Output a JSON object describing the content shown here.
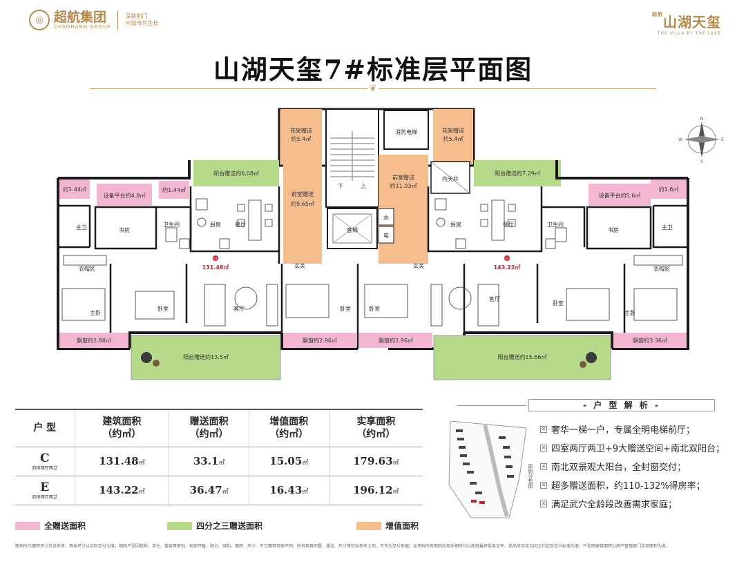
{
  "header": {
    "brand_name": "超航集团",
    "brand_en": "CHAOHANG GROUP",
    "brand_slogan_1": "深耕荆门",
    "brand_slogan_2": "与城市共生长",
    "project_prefix": "超航",
    "project_name": "山湖天玺",
    "project_en": "THE VILLA BY THE LAKE",
    "title": "山湖天玺7#标准层平面图"
  },
  "rooms": {
    "flower_left": [
      "花架赠送",
      "约5.4㎡"
    ],
    "flower_right": [
      "花架赠送",
      "约5.4㎡"
    ],
    "elevator": "消防电梯",
    "stair_down": "下",
    "stair_up": "上",
    "front_room_left": [
      "前室赠送",
      "约9.65㎡"
    ],
    "front_room_right": [
      "前室赠送",
      "约11.03㎡"
    ],
    "patio": "内天井",
    "balcony_left_top": "阳台赠送约6.08㎡",
    "balcony_right_top": "阳台赠送约7.29㎡",
    "small_left_1": "约1.44㎡",
    "small_left_2": "约1.44㎡",
    "small_right_1": "约1.6㎡",
    "equip_left": "设备平台约4.8㎡",
    "equip_right": "设备平台约5.6㎡",
    "bath": "卫生间",
    "master_bath": "主卫",
    "study": "书房",
    "kitchen": "厨房",
    "dining": "餐厅",
    "passenger_elevator": "客梯",
    "water": "水",
    "electric": "电",
    "closet": "衣帽区",
    "master_bed": "主卧",
    "bedroom": "卧室",
    "living": "客厅",
    "foyer": "玄关",
    "unit_c_no": "01",
    "unit_c_area": "131.48㎡",
    "unit_e_no": "02",
    "unit_e_area": "143.22㎡",
    "bay_1": "飘窗约2.88㎡",
    "bay_2": "飘窗约2.96㎡",
    "bay_3": "飘窗约2.96㎡",
    "bay_4": "飘窗约3.36㎡",
    "balcony_left_bottom": "阳台赠送约13.5㎡",
    "balcony_right_bottom": "阳台赠送约15.66㎡"
  },
  "compass": {
    "n": "N",
    "s": "S",
    "e": "E",
    "w": "W"
  },
  "table": {
    "headers": [
      "户 型",
      "建筑面积",
      "赠送面积",
      "增值面积",
      "实享面积"
    ],
    "header_unit": "（约㎡）",
    "rows": [
      {
        "type": "C",
        "desc": "四房两厅两卫",
        "build": "131.48",
        "gift": "33.1",
        "added": "15.05",
        "actual": "179.63"
      },
      {
        "type": "E",
        "desc": "四房两厅两卫",
        "build": "143.22",
        "gift": "36.47",
        "added": "16.43",
        "actual": "196.12"
      }
    ],
    "unit": "㎡"
  },
  "legend": [
    {
      "label": "全赠送面积",
      "color": "#f2b6d1"
    },
    {
      "label": "四分之三赠送面积",
      "color": "#b7d98a"
    },
    {
      "label": "增值面积",
      "color": "#f6bd8e"
    }
  ],
  "analysis": {
    "title": "- 户 型 解 析 -",
    "site_label": "原始分布图",
    "points": [
      "奢华一梯一户，专属全明电梯前厅；",
      "四室两厅两卫+9大赠送空间+南北双阳台；",
      "南北双景观大阳台，全封窗交付；",
      "超多赠送面积，约110-132%得房率；",
      "满足武穴全龄段改善需求家庭；"
    ]
  },
  "footer_note": "图例所示面积尺寸仅供参考，具体尺寸以实际交付为准，相同户型因楼栋、单元、楼层等差别，局部开窗、阳台、结构、面积、尺寸、外立面等可能不同；所有家具布置、摆设、尺寸等仅供参考之用，不作为交付依据；本资料所有图例及相关细节均以政府最终批准文件、商品房买卖合同之约定及交付标准为准；户型图建筑面积以房产管理部门实测面积为准。",
  "colors": {
    "pink": "#f2b6d1",
    "green": "#b7d98a",
    "orange": "#f6bd8e",
    "wall": "#1a1a1a",
    "gold": "#b58a4a"
  }
}
